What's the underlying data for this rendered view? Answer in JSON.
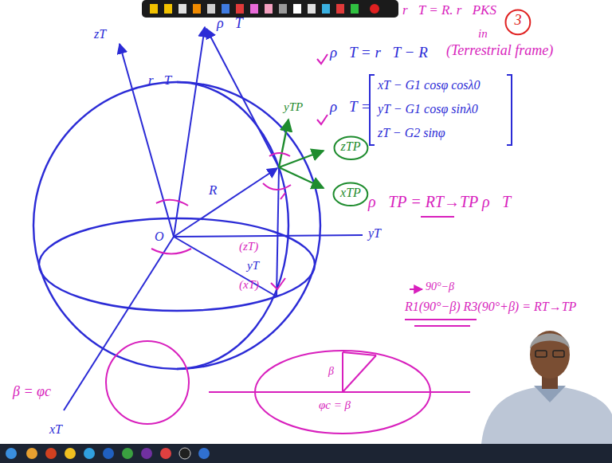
{
  "diagram": {
    "nodes": [
      {
        "text": [
          "3"
        ]
      },
      {
        "text": [
          "zTP"
        ]
      },
      {
        "text": [
          "xTP"
        ]
      }
    ],
    "labels": [
      "r⃗T = R. r⃗PKS",
      "in",
      "ρ⃗T = r⃗T − R⃗",
      "(Terrestrial frame)",
      "ρ⃗T =",
      "xT − G1 cosφ cosλ0",
      "yT − G1 cosφ sinλ0",
      "zT − G2 sinφ",
      "ρ⃗TP = RT→TP ρ⃗T",
      "90°−β",
      "R1(90°−β) R3(90°+β) = RT→TP",
      "β = φc",
      "β",
      "φc = β",
      "zT",
      "r⃗T",
      "ρ⃗T",
      "yTP",
      "R⃗",
      "O",
      "yT",
      "(xT)",
      "yT",
      "xT",
      "(zT)"
    ]
  }
}
